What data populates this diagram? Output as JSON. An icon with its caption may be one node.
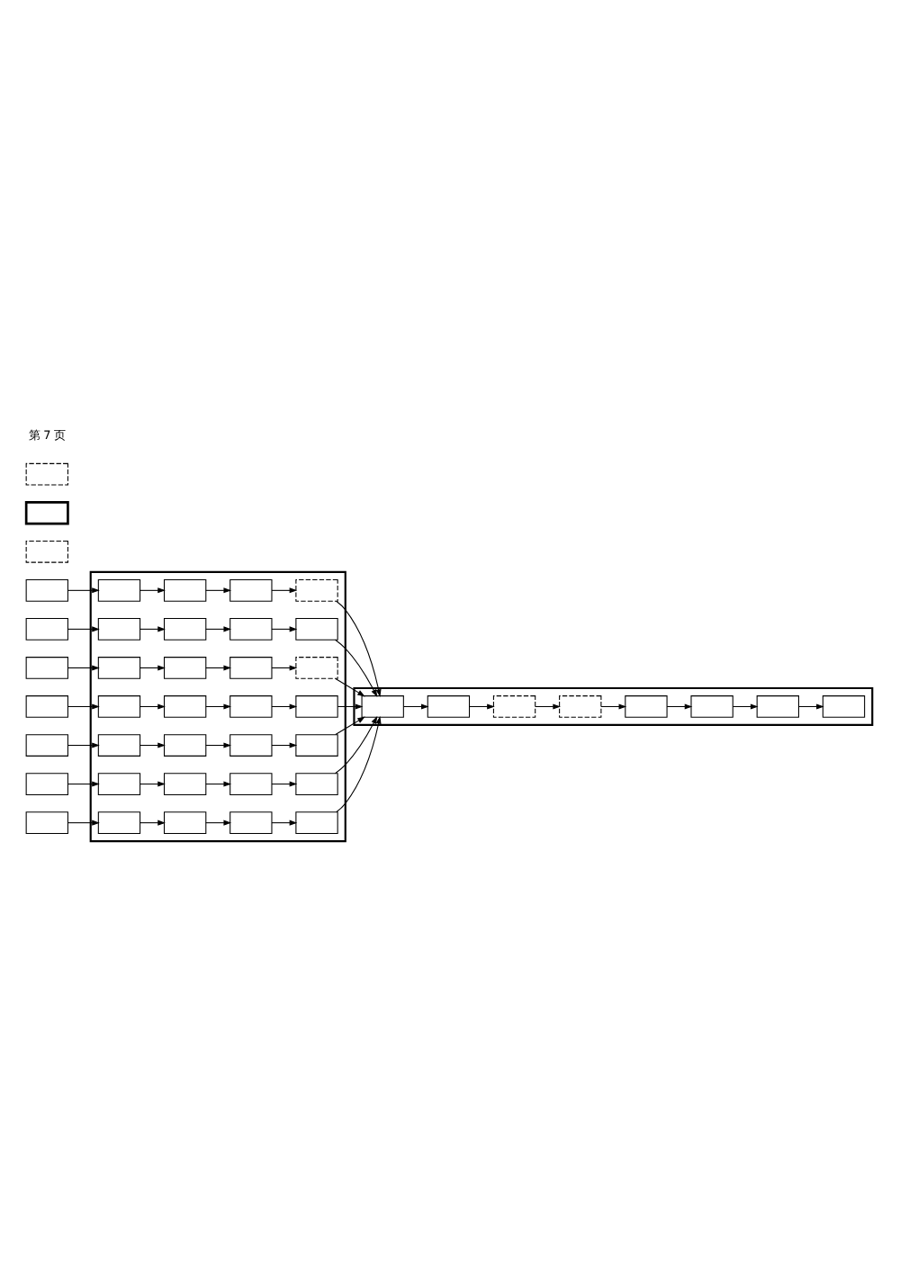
{
  "diagram": {
    "nodes": [
      {
        "text": [],
        "shape": "box"
      },
      {
        "text": [],
        "shape": "box"
      },
      {
        "text": [],
        "shape": "box"
      },
      {
        "text": [],
        "shape": "box"
      },
      {
        "text": [],
        "shape": "box"
      },
      {
        "text": [],
        "shape": "box"
      },
      {
        "text": [],
        "shape": "box"
      },
      {
        "text": [],
        "shape": "box"
      },
      {
        "text": [],
        "shape": "box",
        "in": 0
      },
      {
        "text": [],
        "shape": "box",
        "in": 0
      },
      {
        "text": [],
        "shape": "box",
        "in": 0
      },
      {
        "text": [],
        "shape": "box",
        "in": 0
      },
      {
        "text": [],
        "shape": "box",
        "in": 0
      },
      {
        "text": [],
        "shape": "box",
        "in": 0
      },
      {
        "text": [],
        "shape": "box",
        "in": 0
      },
      {
        "text": [],
        "shape": "box",
        "in": 0
      },
      {
        "text": [],
        "shape": "box",
        "in": 0
      },
      {
        "text": [],
        "shape": "box",
        "in": 0
      },
      {
        "text": [],
        "shape": "box",
        "in": 0
      },
      {
        "text": [],
        "shape": "box",
        "in": 0
      },
      {
        "text": [],
        "shape": "box",
        "in": 0
      },
      {
        "text": [],
        "shape": "box",
        "in": 0
      },
      {
        "text": [],
        "shape": "box",
        "in": 0
      },
      {
        "text": [],
        "shape": "box",
        "in": 0
      },
      {
        "text": [],
        "shape": "box",
        "in": 0
      },
      {
        "text": [],
        "shape": "box",
        "in": 0
      },
      {
        "text": [],
        "shape": "box",
        "in": 0
      },
      {
        "text": [],
        "shape": "box",
        "in": 0
      },
      {
        "text": [],
        "shape": "box",
        "in": 0
      },
      {
        "text": [],
        "shape": "box",
        "in": 0
      },
      {
        "text": [],
        "shape": "box",
        "in": 0
      },
      {
        "text": [],
        "shape": "box",
        "in": 0
      },
      {
        "text": [],
        "shape": "box",
        "in": 0
      },
      {
        "text": [],
        "shape": "box",
        "in": 0
      },
      {
        "text": [],
        "shape": "box",
        "in": 0
      },
      {
        "text": [],
        "shape": "box",
        "in": 0
      },
      {
        "text": [],
        "shape": "box"
      },
      {
        "text": [],
        "shape": "box",
        "in": 36
      },
      {
        "text": [],
        "shape": "box",
        "in": 36
      },
      {
        "text": [],
        "shape": "box",
        "in": 36
      },
      {
        "text": [],
        "shape": "box",
        "in": 36
      },
      {
        "text": [],
        "shape": "box",
        "in": 36
      },
      {
        "text": [],
        "shape": "box",
        "in": 36
      },
      {
        "text": [],
        "shape": "box",
        "in": 36
      },
      {
        "text": [],
        "shape": "box",
        "in": 36
      },
      {
        "text": [],
        "shape": "box"
      },
      {
        "text": [],
        "shape": "box"
      },
      {
        "text": [],
        "shape": "box"
      }
    ],
    "edges": [
      {
        "from": 1,
        "to": 8,
        "arrow": "to"
      },
      {
        "from": 2,
        "to": 12,
        "arrow": "to"
      },
      {
        "from": 3,
        "to": 16,
        "arrow": "to"
      },
      {
        "from": 4,
        "to": 20,
        "arrow": "to"
      },
      {
        "from": 5,
        "to": 24,
        "arrow": "to"
      },
      {
        "from": 6,
        "to": 28,
        "arrow": "to"
      },
      {
        "from": 7,
        "to": 32,
        "arrow": "to"
      },
      {
        "from": 8,
        "to": 9,
        "arrow": "to"
      },
      {
        "from": 9,
        "to": 10,
        "arrow": "to"
      },
      {
        "from": 10,
        "to": 11,
        "arrow": "to"
      },
      {
        "from": 12,
        "to": 13,
        "arrow": "to"
      },
      {
        "from": 13,
        "to": 14,
        "arrow": "to"
      },
      {
        "from": 14,
        "to": 15,
        "arrow": "to"
      },
      {
        "from": 16,
        "to": 17,
        "arrow": "to"
      },
      {
        "from": 17,
        "to": 18,
        "arrow": "to"
      },
      {
        "from": 18,
        "to": 19,
        "arrow": "to"
      },
      {
        "from": 20,
        "to": 21,
        "arrow": "to"
      },
      {
        "from": 21,
        "to": 22,
        "arrow": "to"
      },
      {
        "from": 22,
        "to": 23,
        "arrow": "to"
      },
      {
        "from": 24,
        "to": 25,
        "arrow": "to"
      },
      {
        "from": 25,
        "to": 26,
        "arrow": "to"
      },
      {
        "from": 26,
        "to": 27,
        "arrow": "to"
      },
      {
        "from": 28,
        "to": 29,
        "arrow": "to"
      },
      {
        "from": 29,
        "to": 30,
        "arrow": "to"
      },
      {
        "from": 30,
        "to": 31,
        "arrow": "to"
      },
      {
        "from": 32,
        "to": 33,
        "arrow": "to"
      },
      {
        "from": 33,
        "to": 34,
        "arrow": "to"
      },
      {
        "from": 34,
        "to": 35,
        "arrow": "to"
      },
      {
        "from": 11,
        "to": 37,
        "arrow": "to"
      },
      {
        "from": 15,
        "to": 37,
        "arrow": "to"
      },
      {
        "from": 19,
        "to": 37,
        "arrow": "to"
      },
      {
        "from": 23,
        "to": 37,
        "arrow": "to"
      },
      {
        "from": 27,
        "to": 37,
        "arrow": "to"
      },
      {
        "from": 31,
        "to": 37,
        "arrow": "to"
      },
      {
        "from": 35,
        "to": 37,
        "arrow": "to"
      },
      {
        "from": 37,
        "to": 38,
        "arrow": "to"
      },
      {
        "from": 38,
        "to": 39,
        "arrow": "to"
      },
      {
        "from": 39,
        "to": 40,
        "arrow": "to"
      },
      {
        "from": 40,
        "to": 41,
        "arrow": "to"
      },
      {
        "from": 41,
        "to": 42,
        "arrow": "to"
      },
      {
        "from": 42,
        "to": 43,
        "arrow": "to"
      },
      {
        "from": 43,
        "to": 44,
        "arrow": "to"
      }
    ],
    "labels": [
      "第 7 页"
    ]
  }
}
